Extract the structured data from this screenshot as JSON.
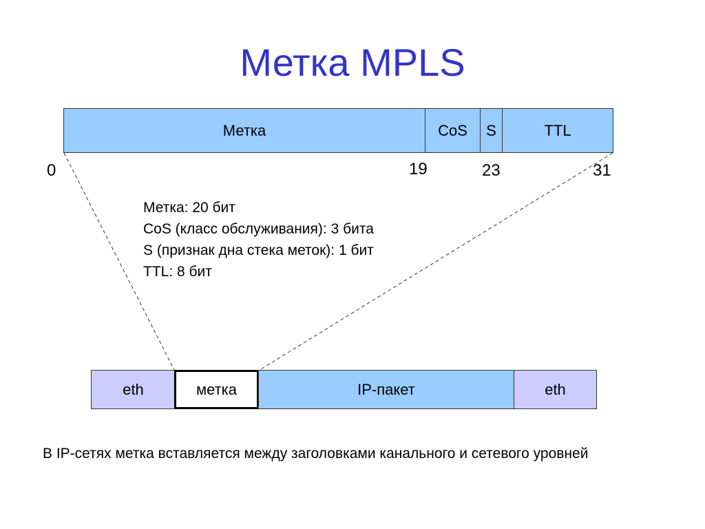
{
  "title": "Метка MPLS",
  "header_fields": {
    "label": "Метка",
    "cos": "CoS",
    "s": "S",
    "ttl": "TTL"
  },
  "bit_positions": [
    "0",
    "19",
    "23",
    "31"
  ],
  "field_sizes": [
    "Метка: 20 бит",
    "CoS (класс обслуживания): 3 бита",
    "S (признак дна стека меток): 1 бит",
    "TTL: 8 бит"
  ],
  "packet": {
    "eth_left": "eth",
    "label": "метка",
    "ip": "IP-пакет",
    "eth_right": "eth"
  },
  "note": "В IP-сетях метка вставляется между заголовками канального и сетевого уровней",
  "colors": {
    "title": "#3333cc",
    "field_blue": "#99ccff",
    "eth_lavender": "#ccccff"
  }
}
